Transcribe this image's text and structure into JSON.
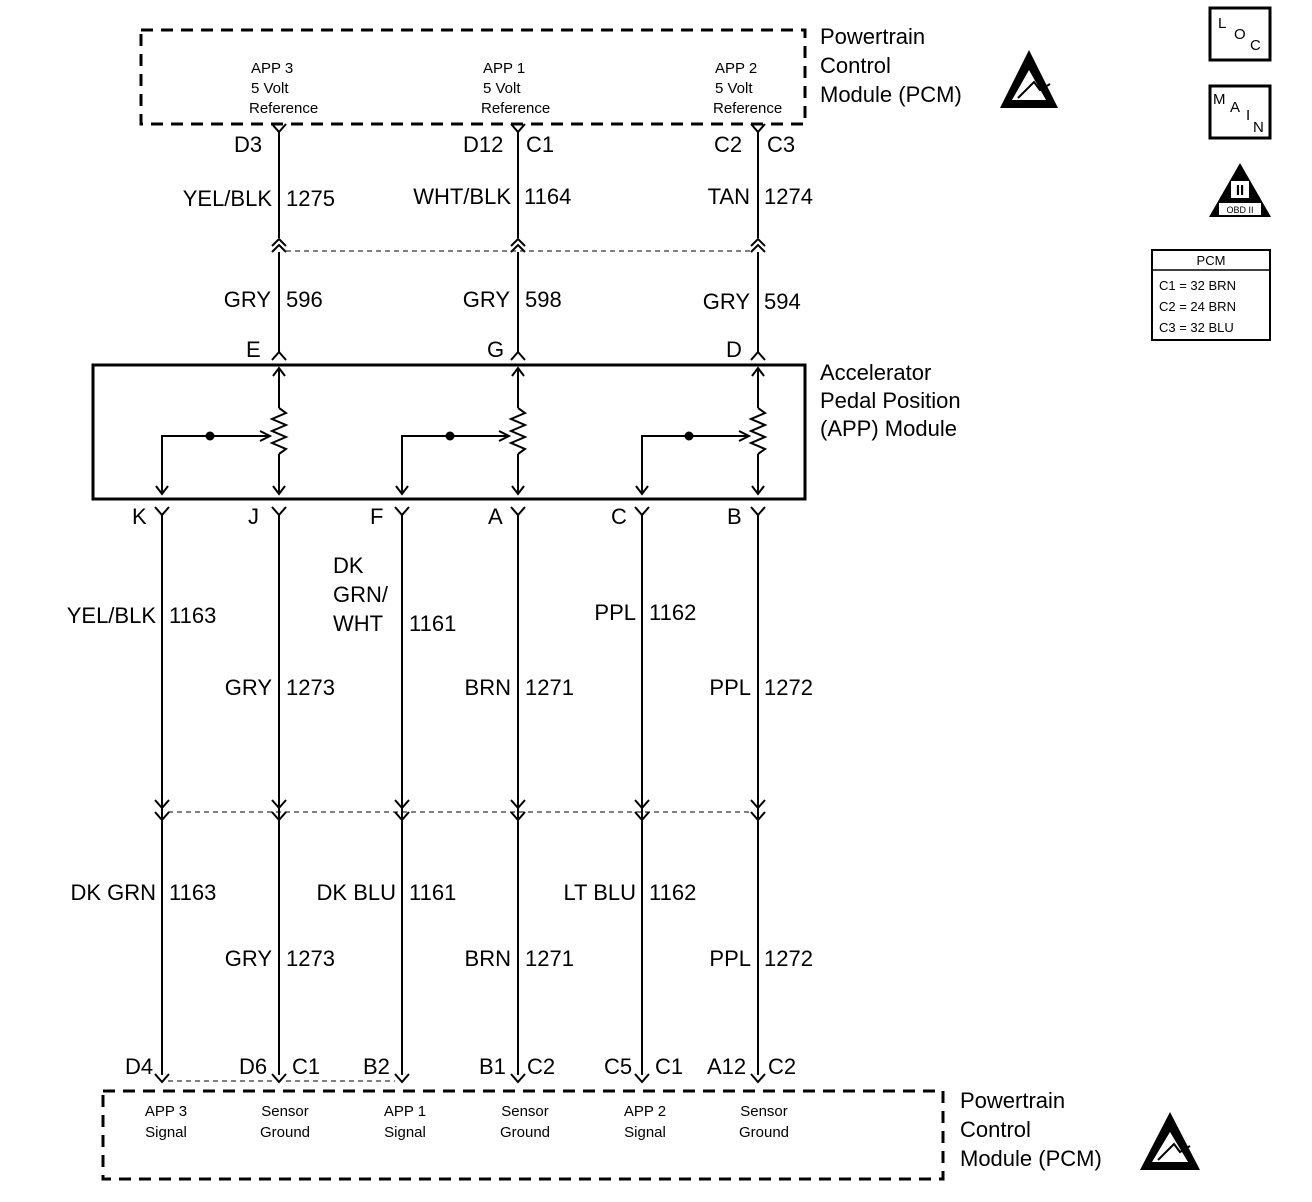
{
  "pcm_top": {
    "title_lines": [
      "Powertrain",
      "Control",
      "Module (PCM)"
    ],
    "terminals": [
      {
        "lines": [
          "APP 3",
          "5 Volt",
          "Reference"
        ]
      },
      {
        "lines": [
          "APP 1",
          "5 Volt",
          "Reference"
        ]
      },
      {
        "lines": [
          "APP 2",
          "5 Volt",
          "Reference"
        ]
      }
    ]
  },
  "pins_top": [
    "D3",
    "D12",
    "C1",
    "C2",
    "C3"
  ],
  "upper_wires": [
    {
      "color": "YEL/BLK",
      "circuit": "1275"
    },
    {
      "color": "WHT/BLK",
      "circuit": "1164"
    },
    {
      "color": "TAN",
      "circuit": "1274"
    }
  ],
  "mid_wires": [
    {
      "color": "GRY",
      "circuit": "596"
    },
    {
      "color": "GRY",
      "circuit": "598"
    },
    {
      "color": "GRY",
      "circuit": "594"
    }
  ],
  "app_module": {
    "title_lines": [
      "Accelerator",
      "Pedal Position",
      "(APP) Module"
    ],
    "top_pins": [
      "E",
      "G",
      "D"
    ],
    "bottom_pins": [
      "K",
      "J",
      "F",
      "A",
      "C",
      "B"
    ]
  },
  "lower_wires_a": [
    {
      "color": "YEL/BLK",
      "circuit": "1163"
    },
    {
      "color": "GRY",
      "circuit": "1273"
    },
    {
      "color_lines": [
        "DK",
        "GRN/",
        "WHT"
      ],
      "circuit": "1161"
    },
    {
      "color": "BRN",
      "circuit": "1271"
    },
    {
      "color": "PPL",
      "circuit": "1162"
    },
    {
      "color": "PPL",
      "circuit": "1272"
    }
  ],
  "lower_wires_b": [
    {
      "color": "DK GRN",
      "circuit": "1163"
    },
    {
      "color": "GRY",
      "circuit": "1273"
    },
    {
      "color": "DK BLU",
      "circuit": "1161"
    },
    {
      "color": "BRN",
      "circuit": "1271"
    },
    {
      "color": "LT BLU",
      "circuit": "1162"
    },
    {
      "color": "PPL",
      "circuit": "1272"
    }
  ],
  "pins_bottom": [
    "D4",
    "D6",
    "C1",
    "B2",
    "B1",
    "C2",
    "C5",
    "C1",
    "A12",
    "C2"
  ],
  "pcm_bottom": {
    "title_lines": [
      "Powertrain",
      "Control",
      "Module (PCM)"
    ],
    "terminals": [
      {
        "lines": [
          "APP 3",
          "Signal"
        ]
      },
      {
        "lines": [
          "Sensor",
          "Ground"
        ]
      },
      {
        "lines": [
          "APP 1",
          "Signal"
        ]
      },
      {
        "lines": [
          "Sensor",
          "Ground"
        ]
      },
      {
        "lines": [
          "APP 2",
          "Signal"
        ]
      },
      {
        "lines": [
          "Sensor",
          "Ground"
        ]
      }
    ]
  },
  "icons": {
    "loc": [
      "L",
      "O",
      "C"
    ],
    "main": [
      "M",
      "A",
      "I",
      "N"
    ],
    "obd": {
      "numeral": "II",
      "label": "OBD II"
    }
  },
  "connector_table": {
    "header": "PCM",
    "rows": [
      "C1 = 32 BRN",
      "C2 = 24 BRN",
      "C3 = 32 BLU"
    ]
  }
}
